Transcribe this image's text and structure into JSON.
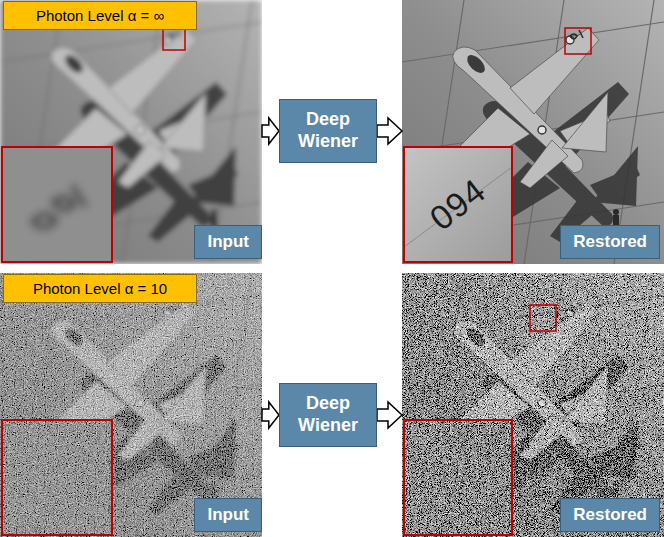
{
  "diagram": {
    "nodes": [
      {
        "text": [
          "Input"
        ]
      },
      {
        "text": [
          "Photon Level α = ∞"
        ],
        "in": 0
      },
      {
        "text": [
          "Deep Wiener"
        ]
      },
      {
        "text": [
          "Restored"
        ]
      },
      {
        "text": [
          "Input"
        ]
      },
      {
        "text": [
          "Photon Level α = 10"
        ],
        "in": 4
      },
      {
        "text": [
          "Deep Wiener"
        ]
      },
      {
        "text": [
          "Restored"
        ]
      }
    ],
    "edges": [
      {
        "from": 0,
        "to": 2,
        "arrow": "to"
      },
      {
        "from": 2,
        "to": 3,
        "arrow": "to"
      },
      {
        "from": 4,
        "to": 6,
        "arrow": "to"
      },
      {
        "from": 6,
        "to": 7,
        "arrow": "to"
      }
    ],
    "labels": [
      "094"
    ]
  }
}
